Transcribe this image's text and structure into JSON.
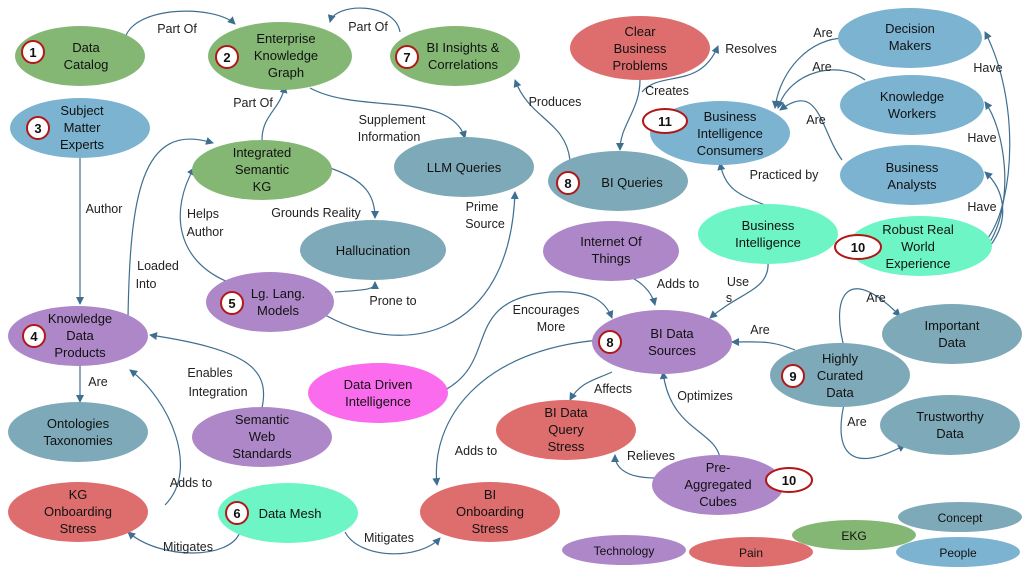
{
  "colors": {
    "concept": "#7ea9b8",
    "people": "#7bb3d1",
    "technology": "#ae87c9",
    "pain": "#de6e6e",
    "ekg": "#84b774",
    "mint": "#6ef5c6",
    "magenta": "#fb6bee",
    "edge": "#3f6f90",
    "badge_border": "#b01818"
  },
  "nodes": {
    "data_catalog": {
      "badge": "1",
      "lines": [
        "Data",
        "Catalog"
      ]
    },
    "ekg": {
      "badge": "2",
      "lines": [
        "Enterprise",
        "Knowledge",
        "Graph"
      ]
    },
    "bi_insights": {
      "badge": "7",
      "lines": [
        "BI Insights &",
        "Correlations"
      ]
    },
    "clear_problems": {
      "lines": [
        "Clear",
        "Business",
        "Problems"
      ]
    },
    "decision_makers": {
      "lines": [
        "Decision",
        "Makers"
      ]
    },
    "sme": {
      "badge": "3",
      "lines": [
        "Subject",
        "Matter",
        "Experts"
      ]
    },
    "integrated_kg": {
      "lines": [
        "Integrated",
        "Semantic",
        "KG"
      ]
    },
    "llm_queries": {
      "lines": [
        "LLM Queries"
      ]
    },
    "bi_consumers": {
      "badge": "11",
      "lines": [
        "Business",
        "Intelligence",
        "Consumers"
      ]
    },
    "knowledge_workers": {
      "lines": [
        "Knowledge",
        "Workers"
      ]
    },
    "bi_queries": {
      "badge": "8",
      "lines": [
        "BI Queries"
      ]
    },
    "business_analysts": {
      "lines": [
        "Business",
        "Analysts"
      ]
    },
    "hallucination": {
      "lines": [
        "Hallucination"
      ]
    },
    "business_intelligence": {
      "lines": [
        "Business",
        "Intelligence"
      ]
    },
    "robust_experience": {
      "badge": "10",
      "lines": [
        "Robust Real",
        "World",
        "Experience"
      ]
    },
    "iot": {
      "lines": [
        "Internet Of",
        "Things"
      ]
    },
    "llm": {
      "badge": "5",
      "lines": [
        "Lg. Lang.",
        "Models"
      ]
    },
    "kdp": {
      "badge": "4",
      "lines": [
        "Knowledge",
        "Data",
        "Products"
      ]
    },
    "bi_sources": {
      "badge": "8",
      "lines": [
        "BI Data",
        "Sources"
      ]
    },
    "important_data": {
      "lines": [
        "Important",
        "Data"
      ]
    },
    "highly_curated": {
      "badge": "9",
      "lines": [
        "Highly",
        "Curated",
        "Data"
      ]
    },
    "data_driven": {
      "lines": [
        "Data Driven",
        "Intelligence"
      ]
    },
    "ontologies": {
      "lines": [
        "Ontologies",
        "Taxonomies"
      ]
    },
    "semantic_web": {
      "lines": [
        "Semantic",
        "Web",
        "Standards"
      ]
    },
    "bi_query_stress": {
      "lines": [
        "BI Data",
        "Query",
        "Stress"
      ]
    },
    "trustworthy": {
      "lines": [
        "Trustworthy",
        "Data"
      ]
    },
    "pre_aggregated": {
      "badge": "10",
      "lines": [
        "Pre-",
        "Aggregated",
        "Cubes"
      ]
    },
    "kg_stress": {
      "lines": [
        "KG",
        "Onboarding",
        "Stress"
      ]
    },
    "data_mesh": {
      "badge": "6",
      "lines": [
        "Data Mesh"
      ]
    },
    "bi_stress": {
      "lines": [
        "BI",
        "Onboarding",
        "Stress"
      ]
    }
  },
  "edge_labels": {
    "part_of_1": "Part Of",
    "part_of_2": "Part Of",
    "part_of_3": "Part Of",
    "resolves": "Resolves",
    "are_1": "Are",
    "are_2": "Are",
    "are_3": "Are",
    "have_1": "Have",
    "have_2": "Have",
    "have_3": "Have",
    "creates": "Creates",
    "produces": "Produces",
    "supplement": [
      "Supplement",
      "Information"
    ],
    "author": "Author",
    "helps_author": [
      "Helps",
      "Author"
    ],
    "grounds_reality": "Grounds Reality",
    "prime_source": [
      "Prime",
      "Source"
    ],
    "practiced_by": "Practiced by",
    "loaded_into": [
      "Loaded",
      "Into"
    ],
    "prone_to": "Prone to",
    "adds_to_iot": "Adds to",
    "uses": [
      "Use",
      "s"
    ],
    "encourages": [
      "Encourages",
      "More"
    ],
    "are_curated": "Are",
    "are_important": "Are",
    "are_trustworthy": "Are",
    "enables_integration": [
      "Enables",
      "Integration"
    ],
    "are_ontologies": "Are",
    "affects": "Affects",
    "optimizes": "Optimizes",
    "relieves": "Relieves",
    "adds_to_bi_stress": "Adds to",
    "adds_to_kdp": "Adds to",
    "mitigates_1": "Mitigates",
    "mitigates_2": "Mitigates"
  },
  "legend": {
    "technology": "Technology",
    "pain": "Pain",
    "ekg": "EKG",
    "concept": "Concept",
    "people": "People"
  }
}
